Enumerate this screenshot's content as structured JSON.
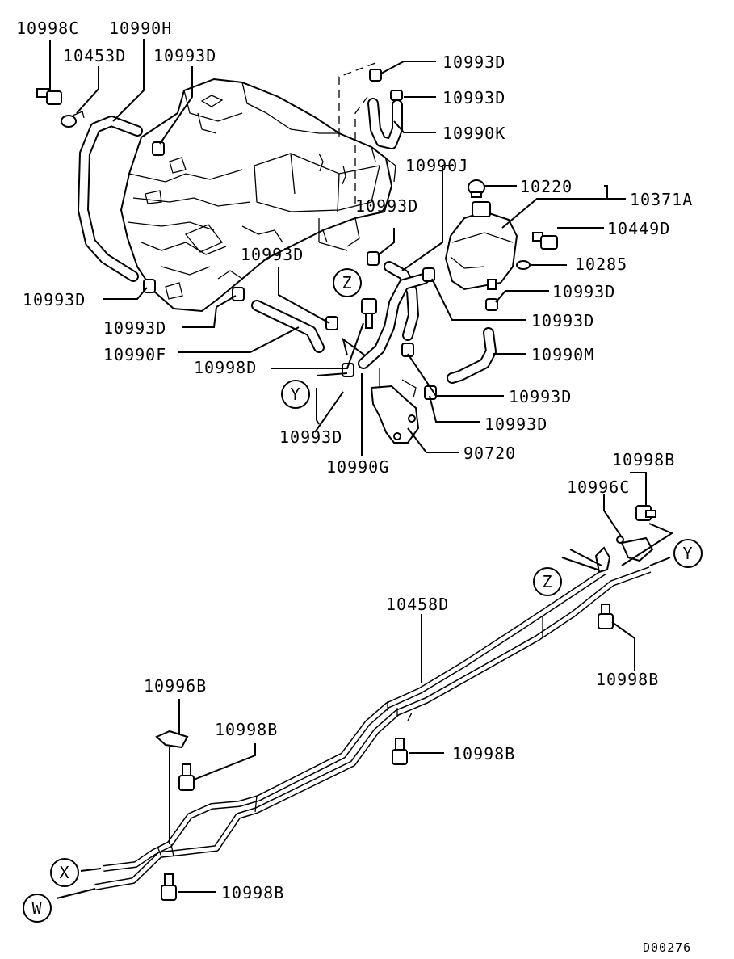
{
  "labels": {
    "p10998C": "10998C",
    "p10990H": "10990H",
    "p10453D": "10453D",
    "p10993D_a": "10993D",
    "p10993D_b": "10993D",
    "p10993D_c": "10993D",
    "p10990K": "10990K",
    "p10990J": "10990J",
    "p10220": "10220",
    "p10371A": "10371A",
    "p10449D": "10449D",
    "p10993D_d": "10993D",
    "p10285": "10285",
    "p10993D_e": "10993D",
    "p10993D_f": "10993D",
    "p10993D_g": "10993D",
    "p10993D_h": "10993D",
    "p10990F": "10990F",
    "p10998D": "10998D",
    "p10990M": "10990M",
    "p10993D_i": "10993D",
    "p10993D_j": "10993D",
    "p10993D_k": "10993D",
    "p90720": "90720",
    "p10990G": "10990G",
    "p10998B_a": "10998B",
    "p10996C": "10996C",
    "p10458D": "10458D",
    "p10998B_b": "10998B",
    "p10996B": "10996B",
    "p10998B_c": "10998B",
    "p10998B_d": "10998B",
    "p10998B_e": "10998B"
  },
  "callouts": {
    "z_top": "Z",
    "y_top": "Y",
    "z_bottom": "Z",
    "y_bottom": "Y",
    "x": "X",
    "w": "W"
  },
  "diagram_code": "D00276"
}
